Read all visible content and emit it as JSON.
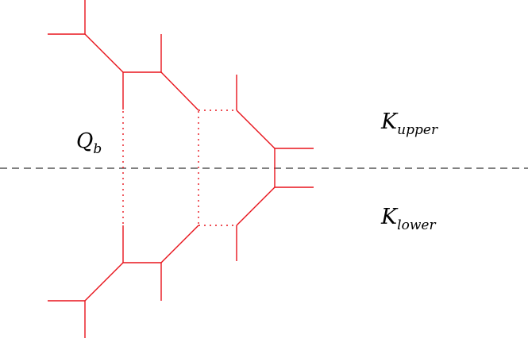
{
  "labels": {
    "q_main": "Q",
    "q_sub": "b",
    "k_upper_main": "K",
    "k_upper_sub": "upper",
    "k_lower_main": "K",
    "k_lower_sub": "lower"
  },
  "colors": {
    "web": "#e8141c",
    "axis": "#000000",
    "background": "#ffffff"
  }
}
